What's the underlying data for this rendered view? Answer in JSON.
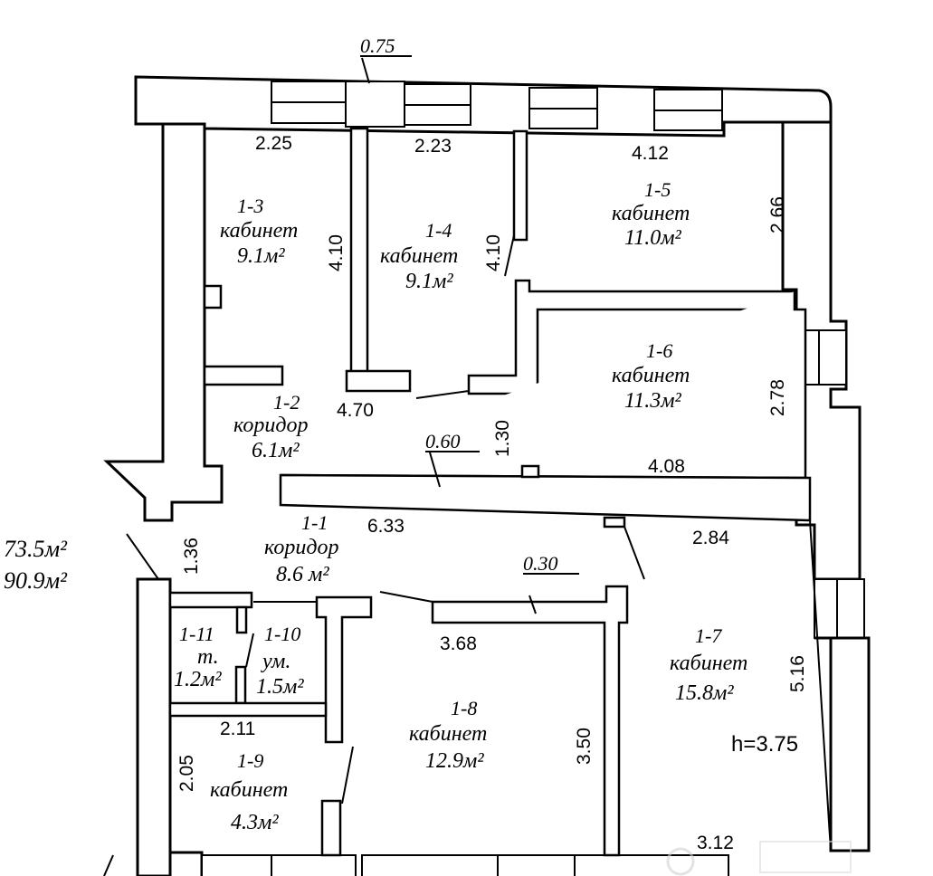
{
  "rooms": [
    {
      "id": "1-1",
      "type": "коридор",
      "area": "8.6 м²"
    },
    {
      "id": "1-2",
      "type": "коридор",
      "area": "6.1м²"
    },
    {
      "id": "1-3",
      "type": "кабинет",
      "area": "9.1м²"
    },
    {
      "id": "1-4",
      "type": "кабинет",
      "area": "9.1м²"
    },
    {
      "id": "1-5",
      "type": "кабинет",
      "area": "11.0м²"
    },
    {
      "id": "1-6",
      "type": "кабинет",
      "area": "11.3м²"
    },
    {
      "id": "1-7",
      "type": "кабинет",
      "area": "15.8м²"
    },
    {
      "id": "1-8",
      "type": "кабинет",
      "area": "12.9м²"
    },
    {
      "id": "1-9",
      "type": "кабинет",
      "area": "4.3м²"
    },
    {
      "id": "1-10",
      "type": "ум.",
      "area": "1.5м²"
    },
    {
      "id": "1-11",
      "type": "т.",
      "area": "1.2м²"
    }
  ],
  "dimensions": {
    "top_window": "0.75",
    "r13_width": "2.25",
    "r14_width": "2.23",
    "r15_width": "4.12",
    "r13_height": "4.10",
    "r14_height": "4.10",
    "r15_height": "2.66",
    "r16_height": "2.78",
    "corridor12_width": "4.70",
    "corridor12_height": "1.30",
    "door_060": "0.60",
    "r16_width": "4.08",
    "corridor11_width": "6.33",
    "corridor11_height": "1.36",
    "r17_width": "2.84",
    "door_030": "0.30",
    "r18_width": "3.68",
    "r18_height": "3.50",
    "r17_height": "5.16",
    "r19_width": "2.11",
    "r19_height": "2.05",
    "bottom_width": "3.12"
  },
  "ceiling_height": "h=3.75",
  "totals": [
    "73.5м²",
    "90.9м²"
  ]
}
